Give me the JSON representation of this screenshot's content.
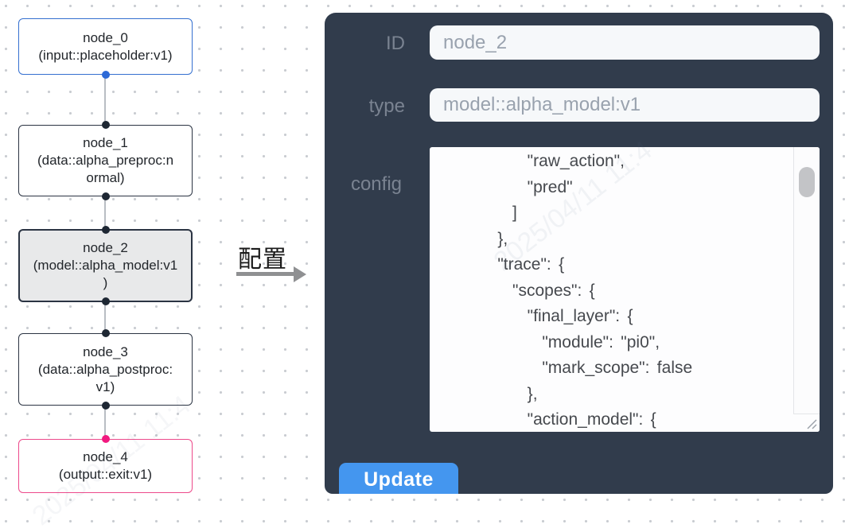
{
  "canvas": {
    "nodes": [
      {
        "title": "node_0",
        "subtitle": "(input::placeholder:v1)",
        "kind": "input"
      },
      {
        "title": "node_1",
        "subtitle": "(data::alpha_preproc:n\normal)",
        "kind": "data"
      },
      {
        "title": "node_2",
        "subtitle": "(model::alpha_model:v1\n)",
        "kind": "model-selected"
      },
      {
        "title": "node_3",
        "subtitle": "(data::alpha_postproc:\nv1)",
        "kind": "data"
      },
      {
        "title": "node_4",
        "subtitle": "(output::exit:v1)",
        "kind": "output"
      }
    ]
  },
  "transfer": {
    "label": "配置"
  },
  "panel": {
    "id_label": "ID",
    "id_value": "node_2",
    "type_label": "type",
    "type_value": "model::alpha_model:v1",
    "config_label": "config",
    "config_lines": [
      "        \"raw_action\",",
      "        \"pred\"",
      "      ]",
      "    },",
      "    \"trace\": {",
      "      \"scopes\": {",
      "        \"final_layer\": {",
      "          \"module\": \"pi0\",",
      "          \"mark_scope\": false",
      "        },",
      "        \"action_model\": {"
    ],
    "update_label": "Update"
  },
  "watermark": {
    "text": "2025/04/11 11:4"
  },
  "colors": {
    "panel_bg": "#313c4c",
    "input_bg": "#f6f8fa",
    "button_blue": "#4496ef",
    "node_input_border": "#3570d0",
    "node_default_border": "#2b3443",
    "node_output_border": "#ed4a8b",
    "selected_node_bg": "#e8e9ea",
    "port_blue": "#2e6ad7",
    "port_dark": "#1e2733",
    "port_pink": "#f1197f",
    "edge_gray": "#b9bdc3",
    "grid_dot": "#c9ccd1"
  }
}
